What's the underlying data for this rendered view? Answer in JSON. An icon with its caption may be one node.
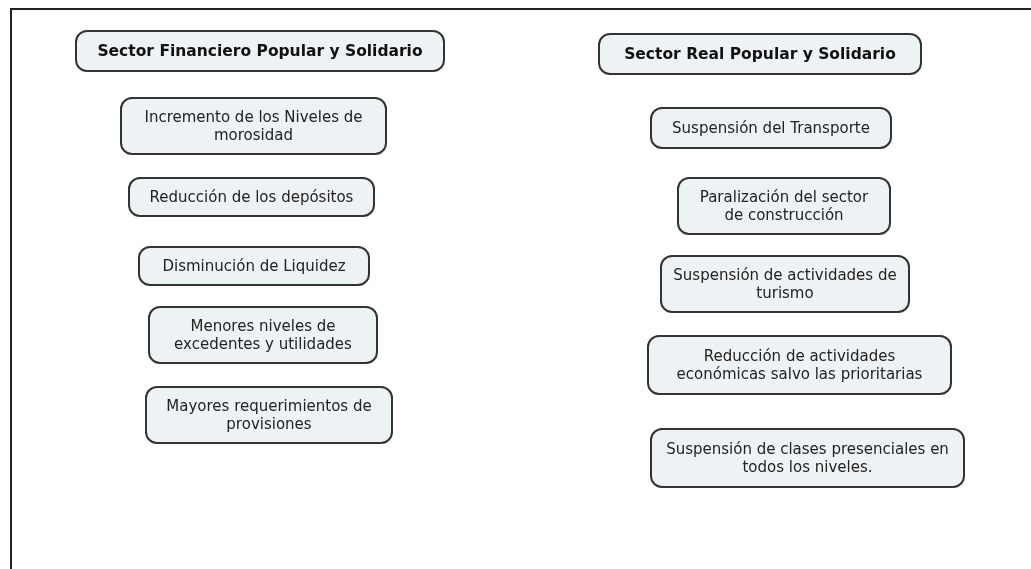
{
  "diagram": {
    "nodes": [
      {
        "text": [
          "Sector Financiero Popular y Solidario"
        ]
      },
      {
        "text": [
          "Incremento de los Niveles de morosidad"
        ]
      },
      {
        "text": [
          "Reducción de los depósitos"
        ]
      },
      {
        "text": [
          "Disminución de Liquidez"
        ]
      },
      {
        "text": [
          "Menores niveles de excedentes y utilidades"
        ]
      },
      {
        "text": [
          "Mayores requerimientos de provisiones"
        ]
      },
      {
        "text": [
          "Sector Real Popular y Solidario"
        ]
      },
      {
        "text": [
          "Suspensión del Transporte"
        ]
      },
      {
        "text": [
          "Paralización del sector de construcción"
        ]
      },
      {
        "text": [
          "Suspensión de actividades de turismo"
        ]
      },
      {
        "text": [
          "Reducción de actividades económicas salvo las prioritarias"
        ]
      },
      {
        "text": [
          "Suspensión de clases presenciales en todos los niveles."
        ]
      }
    ],
    "edges": []
  }
}
